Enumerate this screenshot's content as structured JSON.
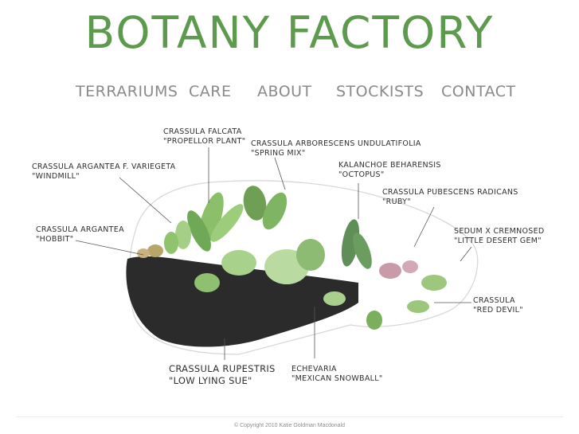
{
  "site": {
    "title": "BOTANY FACTORY"
  },
  "nav": [
    "TERRARIUMS",
    "CARE",
    "ABOUT",
    "STOCKISTS",
    "CONTACT"
  ],
  "labels": {
    "falcata": {
      "name": "CRASSULA FALCATA",
      "common": "\"PROPELLOR PLANT\""
    },
    "arborescens": {
      "name": "CRASSULA ARBORESCENS UNDULATIFOLIA",
      "common": "\"SPRING MIX\""
    },
    "variegeta": {
      "name": "CRASSULA ARGANTEA F. VARIEGETA",
      "common": "\"WINDMILL\""
    },
    "kalanchoe": {
      "name": "KALANCHOE BEHARENSIS",
      "common": "\"OCTOPUS\""
    },
    "pubescens": {
      "name": "CRASSULA PUBESCENS RADICANS",
      "common": "\"RUBY\""
    },
    "argantea": {
      "name": "CRASSULA ARGANTEA",
      "common": "\"HOBBIT\""
    },
    "sedum": {
      "name": "SEDUM X CREMNOSED",
      "common": "\"LITTLE DESERT GEM\""
    },
    "reddevil": {
      "name": "CRASSULA",
      "common": "\"RED DEVIL\""
    },
    "rupestris": {
      "name": "CRASSULA RUPESTRIS",
      "common": "\"LOW LYING SUE\""
    },
    "echevaria": {
      "name": "ECHEVARIA",
      "common": "\"MEXICAN SNOWBALL\""
    }
  },
  "footer": {
    "text": "© Copyright 2010 Katie Goldman Macdonald"
  },
  "colors": {
    "logo": "#5e9a4e",
    "nav": "#8a8a8a",
    "soil": "#2b2b2b"
  }
}
